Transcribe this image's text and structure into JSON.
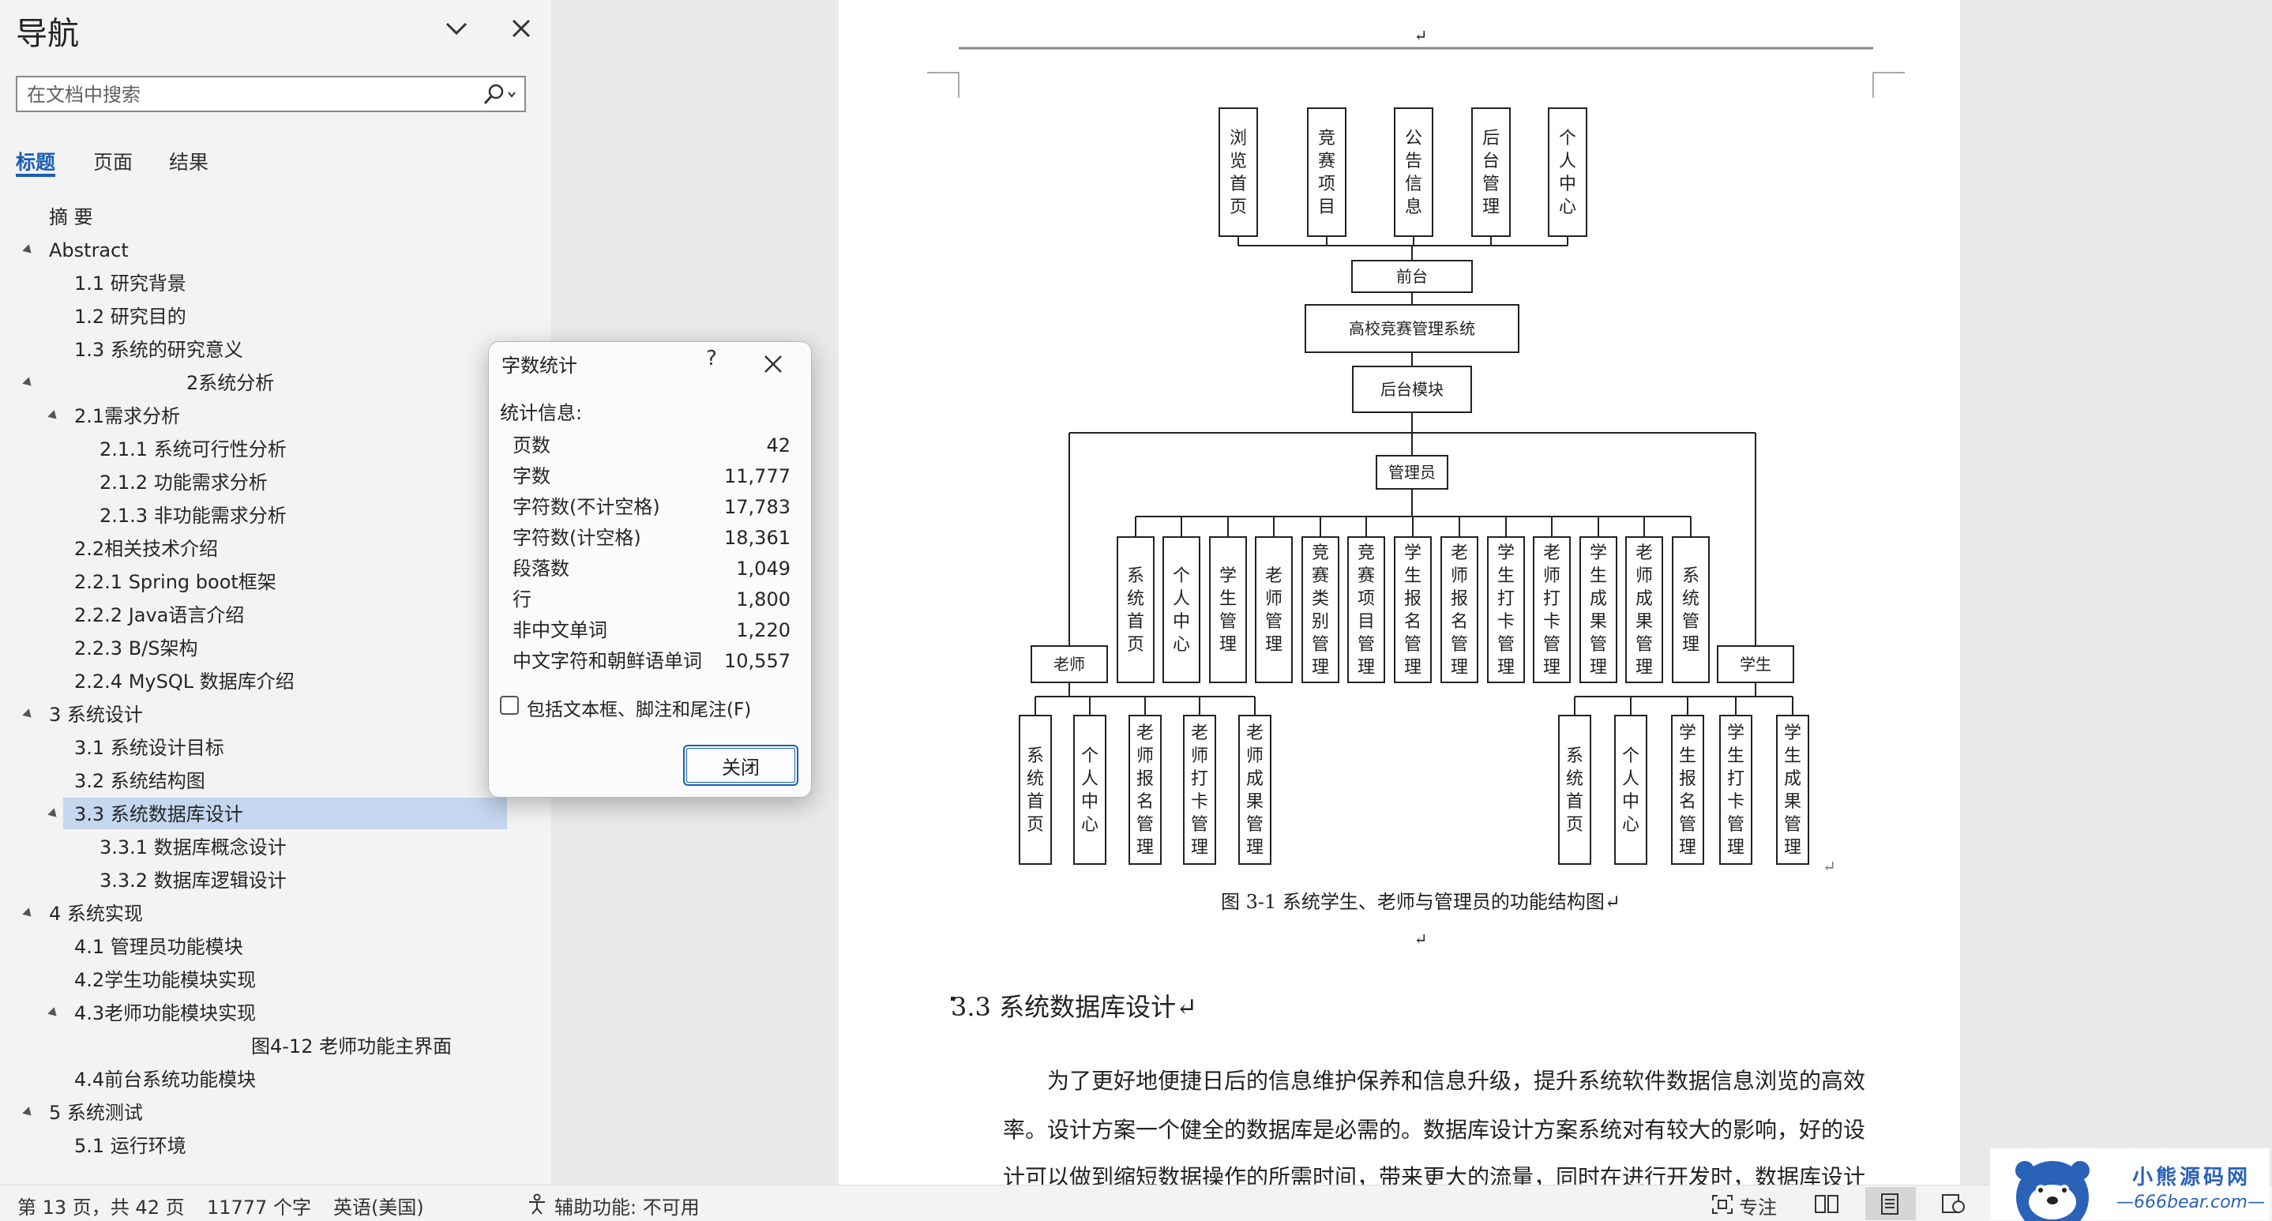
{
  "nav": {
    "title": "导航",
    "search_placeholder": "在文档中搜索",
    "tabs": [
      {
        "label": "标题",
        "active": true
      },
      {
        "label": "页面",
        "active": false
      },
      {
        "label": "结果",
        "active": false
      }
    ],
    "outline": [
      {
        "text": "摘  要",
        "level": 1,
        "caret": false,
        "selected": false
      },
      {
        "text": "Abstract",
        "level": 1,
        "caret": true,
        "selected": false
      },
      {
        "text": "1.1 研究背景",
        "level": 2,
        "caret": false,
        "selected": false
      },
      {
        "text": "1.2 研究目的",
        "level": 2,
        "caret": false,
        "selected": false
      },
      {
        "text": "1.3 系统的研究意义",
        "level": 2,
        "caret": false,
        "selected": false
      },
      {
        "text": "2系统分析",
        "level": 4,
        "caret": true,
        "selected": false
      },
      {
        "text": "2.1需求分析",
        "level": 2,
        "caret": true,
        "selected": false
      },
      {
        "text": "2.1.1 系统可行性分析",
        "level": 3,
        "caret": false,
        "selected": false
      },
      {
        "text": "2.1.2 功能需求分析",
        "level": 3,
        "caret": false,
        "selected": false
      },
      {
        "text": "2.1.3 非功能需求分析",
        "level": 3,
        "caret": false,
        "selected": false
      },
      {
        "text": "2.2相关技术介绍",
        "level": 2,
        "caret": false,
        "selected": false
      },
      {
        "text": "2.2.1 Spring boot框架",
        "level": 2,
        "caret": false,
        "selected": false
      },
      {
        "text": "2.2.2 Java语言介绍",
        "level": 2,
        "caret": false,
        "selected": false
      },
      {
        "text": "2.2.3 B/S架构",
        "level": 2,
        "caret": false,
        "selected": false
      },
      {
        "text": "2.2.4 MySQL 数据库介绍",
        "level": 2,
        "caret": false,
        "selected": false
      },
      {
        "text": "3 系统设计",
        "level": 1,
        "caret": true,
        "selected": false
      },
      {
        "text": "3.1 系统设计目标",
        "level": 2,
        "caret": false,
        "selected": false
      },
      {
        "text": "3.2 系统结构图",
        "level": 2,
        "caret": false,
        "selected": false
      },
      {
        "text": "3.3 系统数据库设计",
        "level": 2,
        "caret": true,
        "selected": true
      },
      {
        "text": "3.3.1 数据库概念设计",
        "level": 3,
        "caret": false,
        "selected": false
      },
      {
        "text": "3.3.2 数据库逻辑设计",
        "level": 3,
        "caret": false,
        "selected": false
      },
      {
        "text": "4 系统实现",
        "level": 1,
        "caret": true,
        "selected": false
      },
      {
        "text": "4.1  管理员功能模块",
        "level": 2,
        "caret": false,
        "selected": false
      },
      {
        "text": "4.2学生功能模块实现",
        "level": 2,
        "caret": false,
        "selected": false
      },
      {
        "text": "4.3老师功能模块实现",
        "level": 2,
        "caret": true,
        "selected": false
      },
      {
        "text": "图4-12 老师功能主界面",
        "level": 5,
        "caret": false,
        "selected": false
      },
      {
        "text": "4.4前台系统功能模块",
        "level": 2,
        "caret": false,
        "selected": false
      },
      {
        "text": "5 系统测试",
        "level": 1,
        "caret": true,
        "selected": false
      },
      {
        "text": "5.1 运行环境",
        "level": 2,
        "caret": false,
        "selected": false
      }
    ]
  },
  "dialog": {
    "title": "字数统计",
    "help": "?",
    "section": "统计信息:",
    "rows": [
      {
        "label": "页数",
        "value": "42"
      },
      {
        "label": "字数",
        "value": "11,777"
      },
      {
        "label": "字符数(不计空格)",
        "value": "17,783"
      },
      {
        "label": "字符数(计空格)",
        "value": "18,361"
      },
      {
        "label": "段落数",
        "value": "1,049"
      },
      {
        "label": "行",
        "value": "1,800"
      },
      {
        "label": "非中文单词",
        "value": "1,220"
      },
      {
        "label": "中文字符和朝鲜语单词",
        "value": "10,557"
      }
    ],
    "checkbox_label": "包括文本框、脚注和尾注(F)",
    "checkbox_checked": false,
    "close_button": "关闭"
  },
  "document": {
    "header_mark": "↵",
    "diagram": {
      "top_items": [
        "浏览首页",
        "竞赛项目",
        "公告信息",
        "后台管理",
        "个人中心"
      ],
      "front": "前台",
      "system": "高校竞赛管理系统",
      "backend": "后台模块",
      "admin": "管理员",
      "admin_items": [
        "系统首页",
        "个人中心",
        "学生管理",
        "老师管理",
        "竞赛类别管理",
        "竞赛项目管理",
        "学生报名管理",
        "老师报名管理",
        "学生打卡管理",
        "老师打卡管理",
        "学生成果管理",
        "老师成果管理",
        "系统管理"
      ],
      "teacher": "老师",
      "teacher_items": [
        "系统首页",
        "个人中心",
        "老师报名管理",
        "老师打卡管理",
        "老师成果管理"
      ],
      "student": "学生",
      "student_items": [
        "系统首页",
        "个人中心",
        "学生报名管理",
        "学生打卡管理",
        "学生成果管理"
      ]
    },
    "figure_caption": "图 3-1  系统学生、老师与管理员的功能结构图↵",
    "empty_para": "↵",
    "section_heading": "3.3  系统数据库设计↵",
    "body_lines": [
      "为了更好地便捷日后的信息维护保养和信息升级，提升系统软件数据信息浏览的高效",
      "率。设计方案一个健全的数据库是必需的。数据库设计方案系统对有较大的影响，好的设",
      "计可以做到缩短数据操作的所需时间，带来更大的流量，同时在进行开发时，数据库设计"
    ]
  },
  "status": {
    "page": "第 13 页，共 42 页",
    "words": "11777 个字",
    "language": "英语(美国)",
    "accessibility": "辅助功能: 不可用",
    "focus": "专注"
  },
  "watermark": {
    "name": "小熊源码网",
    "url": "—666bear.com—"
  },
  "colors": {
    "accent": "#1a5fb4",
    "selection": "#c5d6ef",
    "nav_bg": "#f3f3f3",
    "gutter": "#e9e9e9"
  }
}
